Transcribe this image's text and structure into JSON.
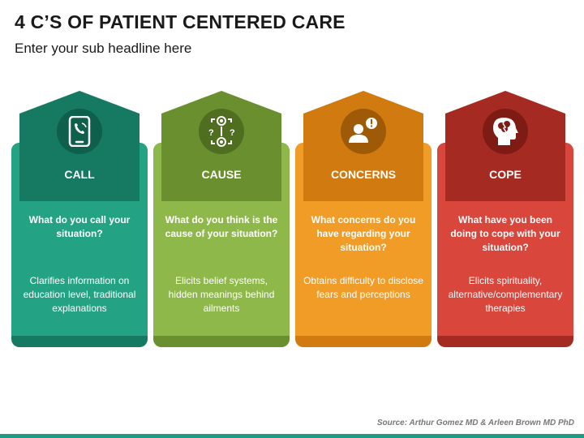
{
  "title": "4 C’S OF PATIENT CENTERED CARE",
  "subtitle": "Enter your sub headline here",
  "cards": [
    {
      "label": "CALL",
      "icon": "phone-icon",
      "question": "What do you call your situation?",
      "description": "Clarifies information on education level, traditional explanations",
      "colors": {
        "light": "#23a383",
        "dark": "#167a63",
        "circle": "#0e5f4c"
      }
    },
    {
      "label": "CAUSE",
      "icon": "question-network-icon",
      "question": "What do you think is the cause of your situation?",
      "description": "Elicits belief systems, hidden meanings behind ailments",
      "colors": {
        "light": "#8fb84a",
        "dark": "#6a8f2e",
        "circle": "#4f6e20"
      }
    },
    {
      "label": "CONCERNS",
      "icon": "person-alert-icon",
      "question": "What concerns do you have regarding your situation?",
      "description": "Obtains difficulty to disclose fears and perceptions",
      "colors": {
        "light": "#f29c28",
        "dark": "#d07a10",
        "circle": "#9e5a06"
      }
    },
    {
      "label": "COPE",
      "icon": "head-brain-icon",
      "question": "What have you been doing to cope with your situation?",
      "description": "Elicits spirituality, alternative/complementary therapies",
      "colors": {
        "light": "#d9463c",
        "dark": "#a52a22",
        "circle": "#7e1b15"
      }
    }
  ],
  "source": "Source: Arthur Gomez MD & Arleen Brown MD PhD"
}
